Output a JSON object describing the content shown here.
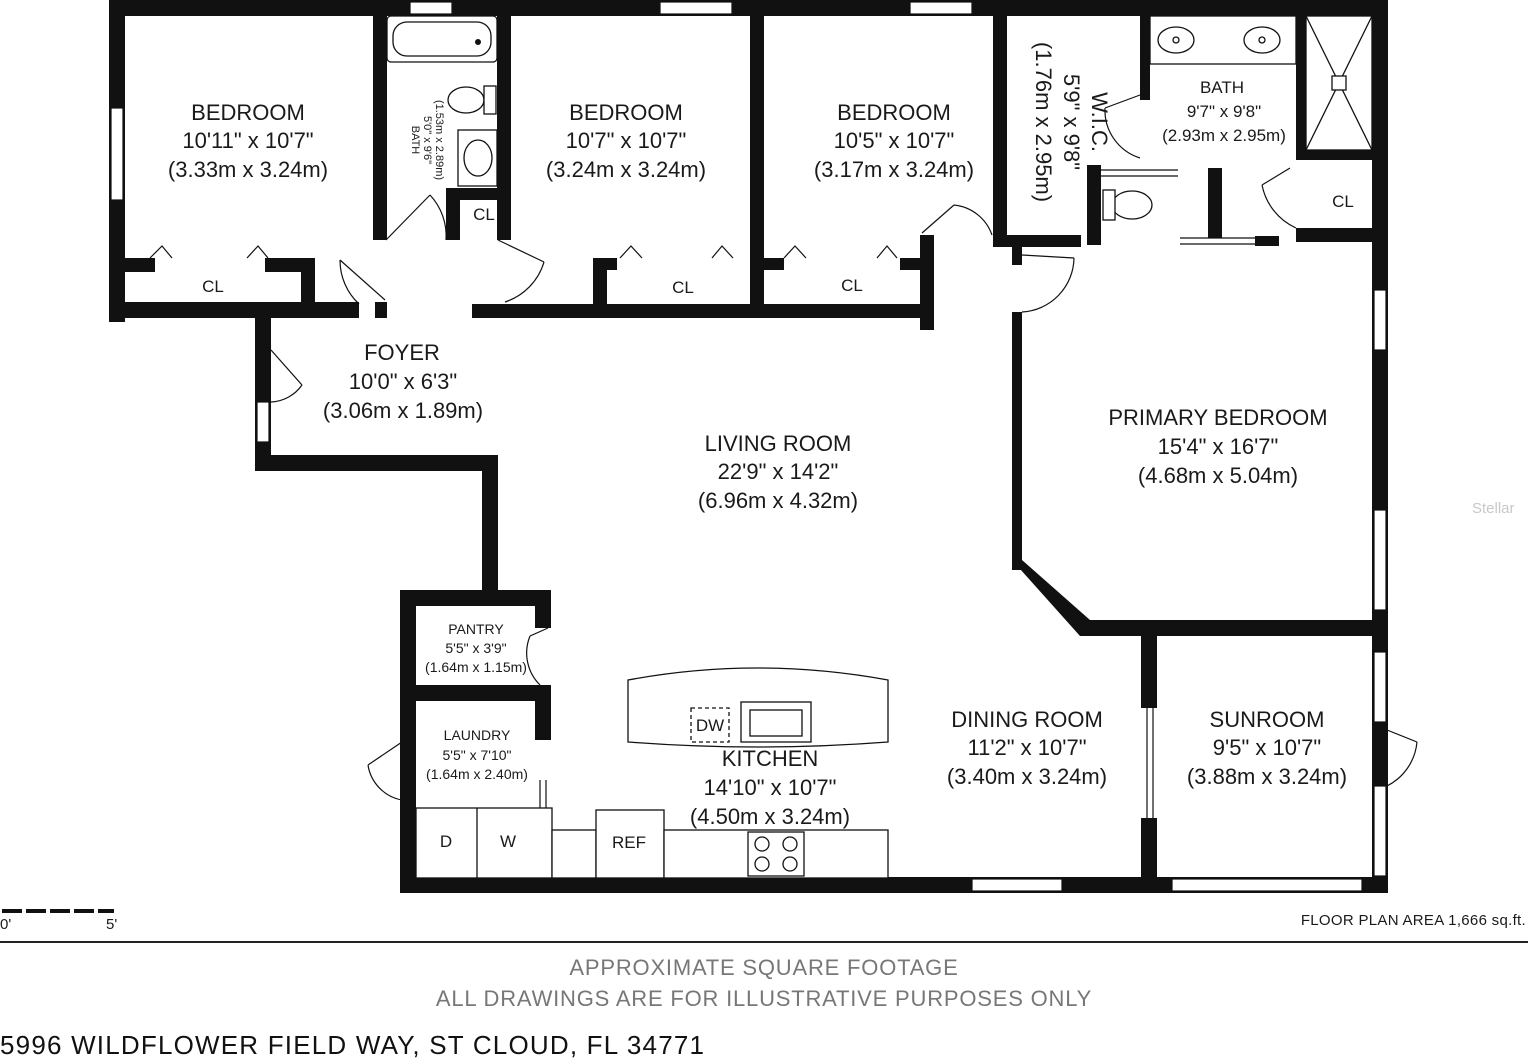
{
  "rooms": {
    "bedroom1": {
      "name": "BEDROOM",
      "dim_ft": "10'11\" x 10'7\"",
      "dim_m": "(3.33m x 3.24m)"
    },
    "bath1": {
      "name": "BATH",
      "dim_ft": "5'0\" x 9'6\"",
      "dim_m": "(1.53m x 2.89m)"
    },
    "bedroom2": {
      "name": "BEDROOM",
      "dim_ft": "10'7\" x 10'7\"",
      "dim_m": "(3.24m x 3.24m)"
    },
    "bedroom3": {
      "name": "BEDROOM",
      "dim_ft": "10'5\" x 10'7\"",
      "dim_m": "(3.17m x 3.24m)"
    },
    "wic": {
      "name": "W.I.C.",
      "dim_ft": "5'9\" x 9'8\"",
      "dim_m": "(1.76m x 2.95m)"
    },
    "bath2": {
      "name": "BATH",
      "dim_ft": "9'7\" x 9'8\"",
      "dim_m": "(2.93m x 2.95m)"
    },
    "foyer": {
      "name": "FOYER",
      "dim_ft": "10'0\" x 6'3\"",
      "dim_m": "(3.06m x 1.89m)"
    },
    "living": {
      "name": "LIVING ROOM",
      "dim_ft": "22'9\" x 14'2\"",
      "dim_m": "(6.96m x 4.32m)"
    },
    "primary": {
      "name": "PRIMARY BEDROOM",
      "dim_ft": "15'4\" x 16'7\"",
      "dim_m": "(4.68m x 5.04m)"
    },
    "pantry": {
      "name": "PANTRY",
      "dim_ft": "5'5\" x 3'9\"",
      "dim_m": "(1.64m x 1.15m)"
    },
    "laundry": {
      "name": "LAUNDRY",
      "dim_ft": "5'5\" x 7'10\"",
      "dim_m": "(1.64m x 2.40m)"
    },
    "kitchen": {
      "name": "KITCHEN",
      "dim_ft": "14'10\" x 10'7\"",
      "dim_m": "(4.50m x 3.24m)"
    },
    "dining": {
      "name": "DINING ROOM",
      "dim_ft": "11'2\" x 10'7\"",
      "dim_m": "(3.40m x 3.24m)"
    },
    "sunroom": {
      "name": "SUNROOM",
      "dim_ft": "9'5\" x 10'7\"",
      "dim_m": "(3.88m x 3.24m)"
    }
  },
  "closets": {
    "label": "CL"
  },
  "fixtures": {
    "dw": "DW",
    "ref": "REF",
    "dryer": "D",
    "washer": "W"
  },
  "footer": {
    "scale_start": "0'",
    "scale_end": "5'",
    "area": "FLOOR PLAN AREA 1,666 sq.ft.",
    "note1": "APPROXIMATE SQUARE FOOTAGE",
    "note2": "ALL DRAWINGS ARE FOR ILLUSTRATIVE PURPOSES ONLY",
    "address": "5996 WILDFLOWER FIELD WAY, ST CLOUD, FL 34771",
    "watermark": "Stellar"
  }
}
